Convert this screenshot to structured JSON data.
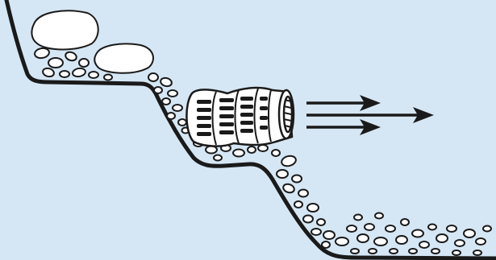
{
  "colors": {
    "background": "#d5e6f4",
    "ground_line": "#1a1a1a",
    "stone_fill": "#ffffff",
    "stone_stroke": "#1a1a1a",
    "pump_fill": "#ffffff",
    "pump_stroke": "#1a1a1a",
    "flow_arrow": "#1a1a1a"
  },
  "scene": {
    "elements": [
      {
        "name": "sloped-ground-line",
        "icon": "terrain-profile"
      },
      {
        "name": "stone-pile",
        "icon": "stones-icon"
      },
      {
        "name": "wavemaker-pump",
        "icon": "circulation-pump-icon"
      },
      {
        "name": "water-flow-arrows",
        "icon": "arrow-right-icon",
        "count": 3
      }
    ]
  }
}
